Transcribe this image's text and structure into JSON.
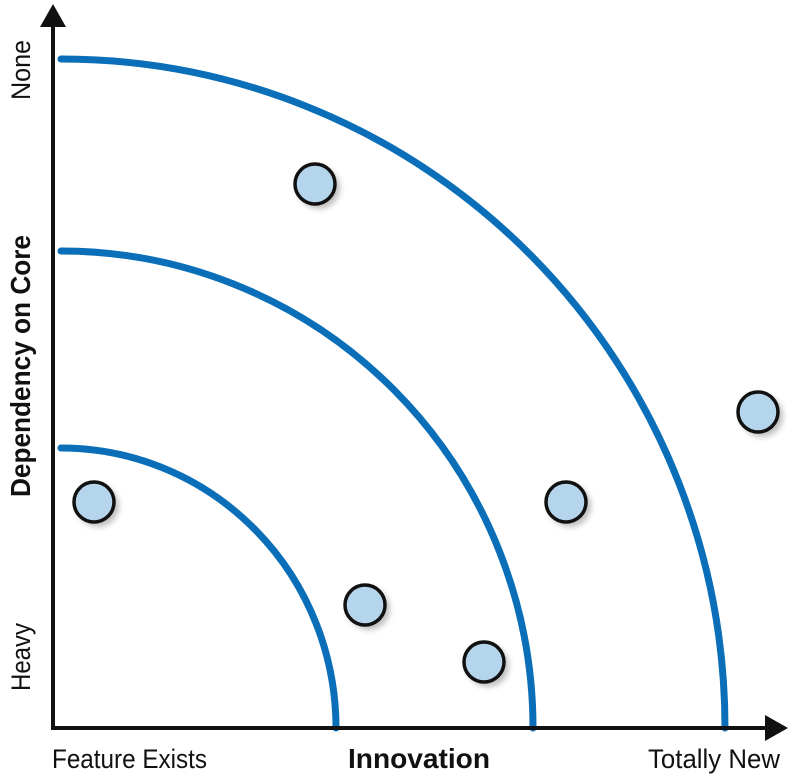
{
  "diagram": {
    "x_axis": {
      "title": "Innovation",
      "start_label": "Feature Exists",
      "end_label": "Totally New"
    },
    "y_axis": {
      "title": "Dependency on Core",
      "low_label": "Heavy",
      "high_label": "None"
    },
    "colors": {
      "arc": "#0a6fb8",
      "dot_fill": "#b5d5ec",
      "dot_outline": "#111111",
      "axis": "#111111"
    }
  }
}
